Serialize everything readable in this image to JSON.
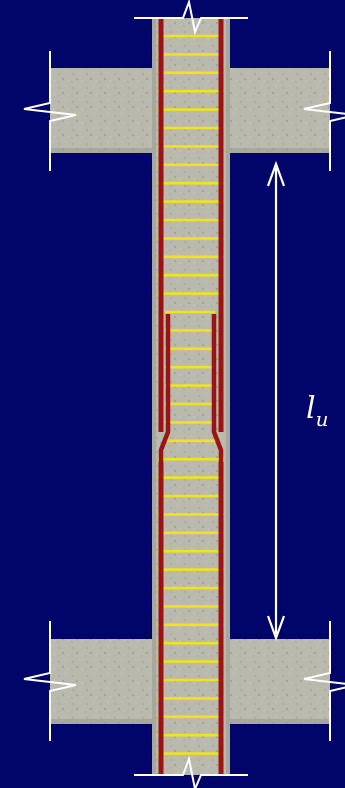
{
  "diagram": {
    "background_color": "#010468",
    "concrete_color": "#b9b9ae",
    "concrete_shadow_color": "#9d9d92",
    "longitudinal_bar_color": "#9a1414",
    "tie_color": "#f2e21a",
    "break_line_color": "#ffffff",
    "dimension_color": "#ffffff",
    "dimension_label": {
      "symbol": "l",
      "subscript": "u"
    },
    "elements": [
      {
        "name": "upper-floor-slab",
        "kind": "slab"
      },
      {
        "name": "lower-floor-slab",
        "kind": "slab"
      },
      {
        "name": "column",
        "kind": "column"
      },
      {
        "name": "lap-splice",
        "kind": "splice"
      }
    ],
    "icons": [
      "break-line-icon",
      "dimension-arrow-icon"
    ]
  }
}
